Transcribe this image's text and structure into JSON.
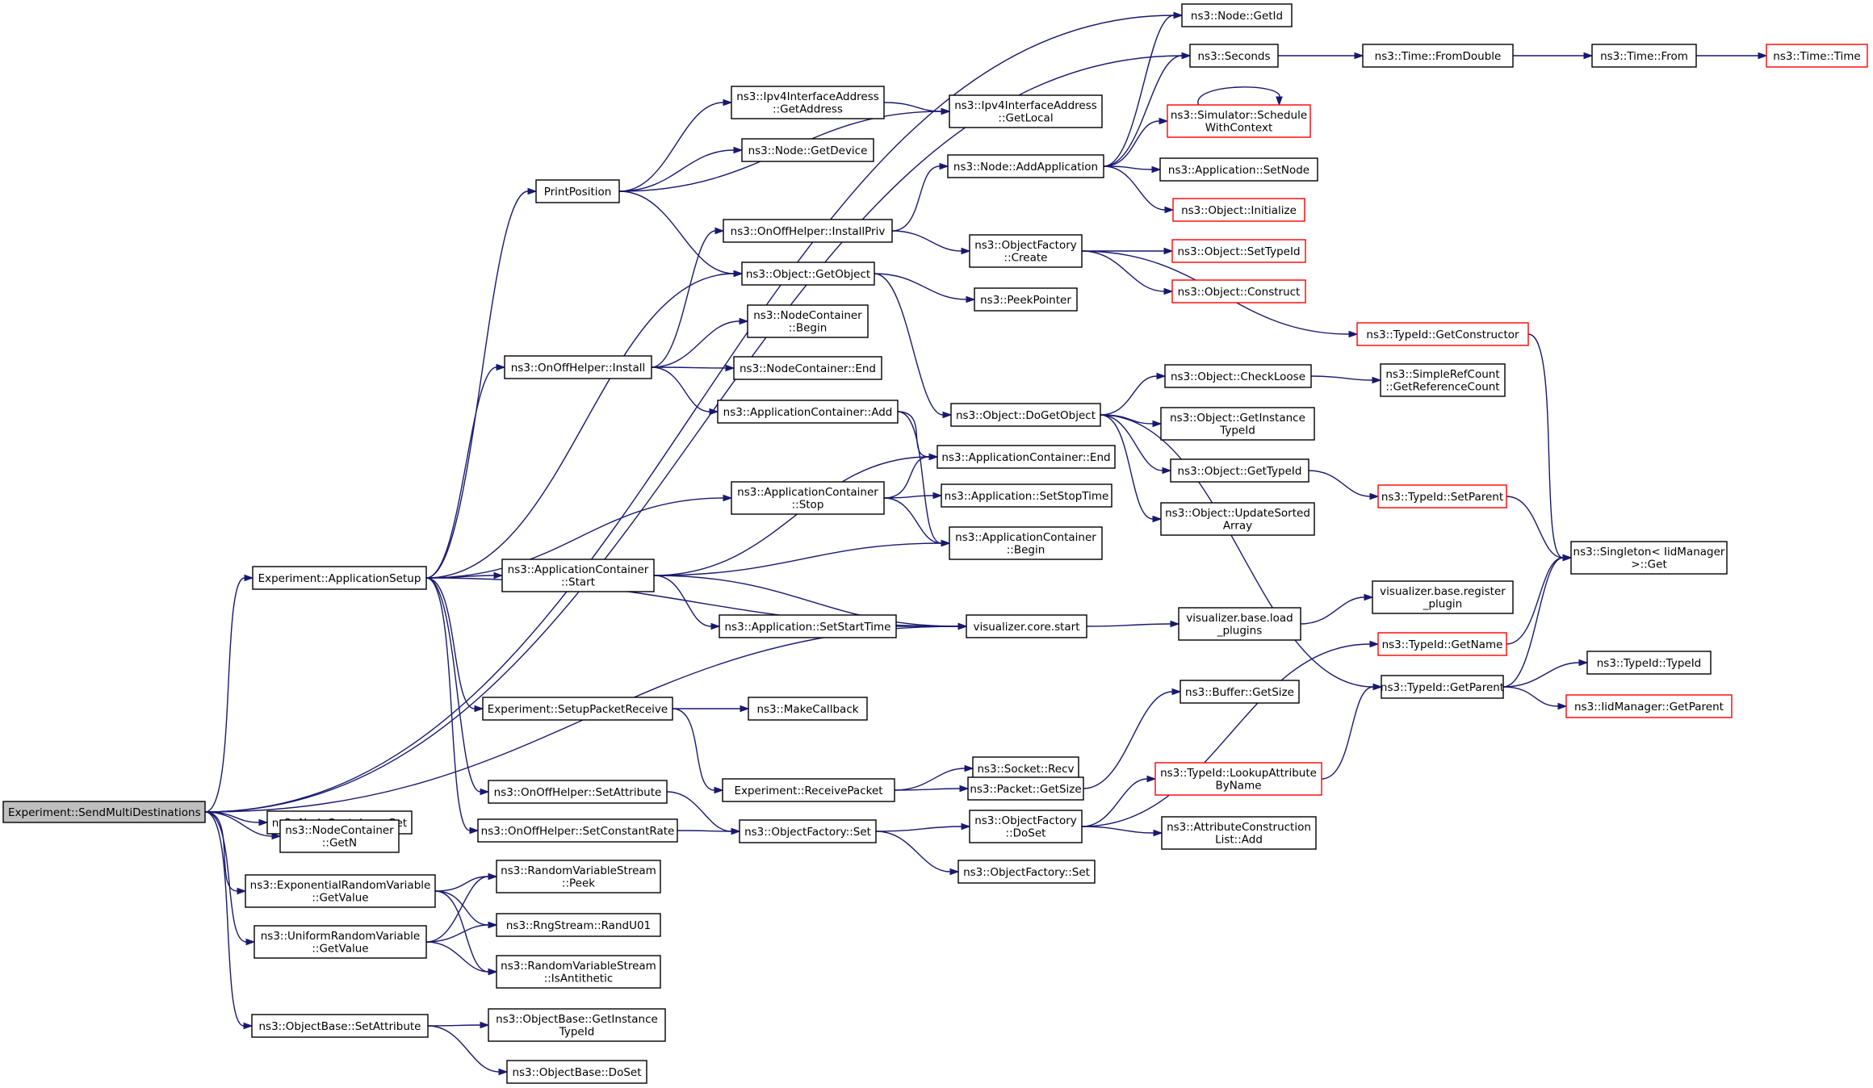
{
  "diagram": {
    "colors": {
      "edge": "#191970",
      "box_border": "#000000",
      "truncated_border": "#ff0000",
      "root_fill": "#bfbfbf"
    },
    "nodes": {
      "root": {
        "lines": [
          "Experiment::SendMultiDestinations"
        ],
        "kind": "root"
      },
      "nodeGetId": {
        "lines": [
          "ns3::Node::GetId"
        ]
      },
      "seconds": {
        "lines": [
          "ns3::Seconds"
        ]
      },
      "timeFromDouble": {
        "lines": [
          "ns3::Time::FromDouble"
        ]
      },
      "timeFrom": {
        "lines": [
          "ns3::Time::From"
        ]
      },
      "timeTime": {
        "lines": [
          "ns3::Time::Time"
        ],
        "kind": "truncated"
      },
      "ipv4GetAddress": {
        "lines": [
          "ns3::Ipv4InterfaceAddress",
          "::GetAddress"
        ]
      },
      "ipv4GetLocal": {
        "lines": [
          "ns3::Ipv4InterfaceAddress",
          "::GetLocal"
        ]
      },
      "simSchedule": {
        "lines": [
          "ns3::Simulator::Schedule",
          "WithContext"
        ],
        "kind": "truncated"
      },
      "nodeGetDevice": {
        "lines": [
          "ns3::Node::GetDevice"
        ]
      },
      "nodeAddApplication": {
        "lines": [
          "ns3::Node::AddApplication"
        ]
      },
      "appSetNode": {
        "lines": [
          "ns3::Application::SetNode"
        ]
      },
      "printPosition": {
        "lines": [
          "PrintPosition"
        ]
      },
      "objInitialize": {
        "lines": [
          "ns3::Object::Initialize"
        ],
        "kind": "truncated"
      },
      "onoffInstallPriv": {
        "lines": [
          "ns3::OnOffHelper::InstallPriv"
        ]
      },
      "objFactoryCreate": {
        "lines": [
          "ns3::ObjectFactory",
          "::Create"
        ]
      },
      "objSetTypeId": {
        "lines": [
          "ns3::Object::SetTypeId"
        ],
        "kind": "truncated"
      },
      "objGetObject": {
        "lines": [
          "ns3::Object::GetObject"
        ]
      },
      "objConstruct": {
        "lines": [
          "ns3::Object::Construct"
        ],
        "kind": "truncated"
      },
      "peekPointer": {
        "lines": [
          "ns3::PeekPointer"
        ]
      },
      "nodeContBegin": {
        "lines": [
          "ns3::NodeContainer",
          "::Begin"
        ]
      },
      "typeIdGetConstructor": {
        "lines": [
          "ns3::TypeId::GetConstructor"
        ],
        "kind": "truncated"
      },
      "onoffInstall": {
        "lines": [
          "ns3::OnOffHelper::Install"
        ]
      },
      "nodeContEnd": {
        "lines": [
          "ns3::NodeContainer::End"
        ]
      },
      "objCheckLoose": {
        "lines": [
          "ns3::Object::CheckLoose"
        ]
      },
      "simpleRefCount": {
        "lines": [
          "ns3::SimpleRefCount",
          "::GetReferenceCount"
        ]
      },
      "appContAdd": {
        "lines": [
          "ns3::ApplicationContainer::Add"
        ]
      },
      "objDoGetObject": {
        "lines": [
          "ns3::Object::DoGetObject"
        ]
      },
      "objGetInstanceTypeId": {
        "lines": [
          "ns3::Object::GetInstance",
          "TypeId"
        ]
      },
      "appContEnd": {
        "lines": [
          "ns3::ApplicationContainer::End"
        ]
      },
      "objGetTypeId": {
        "lines": [
          "ns3::Object::GetTypeId"
        ]
      },
      "appContStop": {
        "lines": [
          "ns3::ApplicationContainer",
          "::Stop"
        ]
      },
      "appSetStopTime": {
        "lines": [
          "ns3::Application::SetStopTime"
        ]
      },
      "typeIdSetParent": {
        "lines": [
          "ns3::TypeId::SetParent"
        ],
        "kind": "truncated"
      },
      "objUpdateSorted": {
        "lines": [
          "ns3::Object::UpdateSorted",
          "Array"
        ]
      },
      "appContBegin": {
        "lines": [
          "ns3::ApplicationContainer",
          "::Begin"
        ]
      },
      "singletonGet": {
        "lines": [
          "ns3::Singleton< IidManager",
          " >::Get"
        ]
      },
      "expAppSetup": {
        "lines": [
          "Experiment::ApplicationSetup"
        ]
      },
      "appContStart": {
        "lines": [
          "ns3::ApplicationContainer",
          "::Start"
        ]
      },
      "vizRegister": {
        "lines": [
          "visualizer.base.register",
          "_plugin"
        ]
      },
      "appSetStartTime": {
        "lines": [
          "ns3::Application::SetStartTime"
        ]
      },
      "vizCoreStart": {
        "lines": [
          "visualizer.core.start"
        ]
      },
      "vizLoadPlugins": {
        "lines": [
          "visualizer.base.load",
          "_plugins"
        ]
      },
      "typeIdGetName": {
        "lines": [
          "ns3::TypeId::GetName"
        ],
        "kind": "truncated"
      },
      "typeIdGetParent": {
        "lines": [
          "ns3::TypeId::GetParent"
        ]
      },
      "typeIdTypeId": {
        "lines": [
          "ns3::TypeId::TypeId"
        ]
      },
      "expSetupPacketReceive": {
        "lines": [
          "Experiment::SetupPacketReceive"
        ]
      },
      "makeCallback": {
        "lines": [
          "ns3::MakeCallback"
        ]
      },
      "bufferGetSize": {
        "lines": [
          "ns3::Buffer::GetSize"
        ]
      },
      "iidGetParent": {
        "lines": [
          "ns3::IidManager::GetParent"
        ],
        "kind": "truncated"
      },
      "socketRecv": {
        "lines": [
          "ns3::Socket::Recv"
        ]
      },
      "typeIdLookupAttr": {
        "lines": [
          "ns3::TypeId::LookupAttribute",
          "ByName"
        ],
        "kind": "truncated"
      },
      "expReceivePacket": {
        "lines": [
          "Experiment::ReceivePacket"
        ]
      },
      "packetGetSize": {
        "lines": [
          "ns3::Packet::GetSize"
        ]
      },
      "onoffSetAttribute": {
        "lines": [
          "ns3::OnOffHelper::SetAttribute"
        ]
      },
      "nodeContGet": {
        "lines": [
          "ns3::NodeContainer::Get"
        ]
      },
      "objFactoryDoSet": {
        "lines": [
          "ns3::ObjectFactory",
          "::DoSet"
        ]
      },
      "nodeContGetN": {
        "lines": [
          "ns3::NodeContainer",
          "::GetN"
        ]
      },
      "onoffSetConstantRate": {
        "lines": [
          "ns3::OnOffHelper::SetConstantRate"
        ]
      },
      "objFactorySet": {
        "lines": [
          "ns3::ObjectFactory::Set"
        ]
      },
      "attrConstructionAdd": {
        "lines": [
          "ns3::AttributeConstruction",
          "List::Add"
        ]
      },
      "objFactorySet2": {
        "lines": [
          "ns3::ObjectFactory::Set"
        ]
      },
      "expRandGetValue": {
        "lines": [
          "ns3::ExponentialRandomVariable",
          "::GetValue"
        ]
      },
      "rvsPeek": {
        "lines": [
          "ns3::RandomVariableStream",
          "::Peek"
        ]
      },
      "rngRandU01": {
        "lines": [
          "ns3::RngStream::RandU01"
        ]
      },
      "uniRandGetValue": {
        "lines": [
          "ns3::UniformRandomVariable",
          "::GetValue"
        ]
      },
      "rvsIsAntithetic": {
        "lines": [
          "ns3::RandomVariableStream",
          "::IsAntithetic"
        ]
      },
      "objBaseSetAttribute": {
        "lines": [
          "ns3::ObjectBase::SetAttribute"
        ]
      },
      "objBaseGetInstanceTypeId": {
        "lines": [
          "ns3::ObjectBase::GetInstance",
          "TypeId"
        ]
      },
      "objBaseDoSet": {
        "lines": [
          "ns3::ObjectBase::DoSet"
        ]
      }
    },
    "edges": [
      [
        "root",
        "nodeGetId"
      ],
      [
        "root",
        "seconds"
      ],
      [
        "root",
        "expAppSetup"
      ],
      [
        "root",
        "vizCoreStart"
      ],
      [
        "root",
        "nodeContGet"
      ],
      [
        "root",
        "nodeContGetN"
      ],
      [
        "root",
        "expRandGetValue"
      ],
      [
        "root",
        "uniRandGetValue"
      ],
      [
        "root",
        "objBaseSetAttribute"
      ],
      [
        "seconds",
        "timeFromDouble"
      ],
      [
        "timeFromDouble",
        "timeFrom"
      ],
      [
        "timeFrom",
        "timeTime"
      ],
      [
        "nodeAddApplication",
        "nodeGetId"
      ],
      [
        "nodeAddApplication",
        "seconds"
      ],
      [
        "nodeAddApplication",
        "simSchedule"
      ],
      [
        "nodeAddApplication",
        "appSetNode"
      ],
      [
        "nodeAddApplication",
        "objInitialize"
      ],
      [
        "simSchedule",
        "simSchedule"
      ],
      [
        "ipv4GetAddress",
        "ipv4GetLocal"
      ],
      [
        "printPosition",
        "ipv4GetAddress"
      ],
      [
        "printPosition",
        "nodeGetDevice"
      ],
      [
        "printPosition",
        "ipv4GetLocal"
      ],
      [
        "printPosition",
        "objGetObject"
      ],
      [
        "onoffInstallPriv",
        "nodeAddApplication"
      ],
      [
        "onoffInstallPriv",
        "objFactoryCreate"
      ],
      [
        "objFactoryCreate",
        "objSetTypeId"
      ],
      [
        "objFactoryCreate",
        "objConstruct"
      ],
      [
        "objFactoryCreate",
        "typeIdGetConstructor"
      ],
      [
        "typeIdGetConstructor",
        "singletonGet"
      ],
      [
        "objGetObject",
        "peekPointer"
      ],
      [
        "objGetObject",
        "objDoGetObject"
      ],
      [
        "onoffInstall",
        "onoffInstallPriv"
      ],
      [
        "onoffInstall",
        "nodeContBegin"
      ],
      [
        "onoffInstall",
        "nodeContEnd"
      ],
      [
        "onoffInstall",
        "appContAdd"
      ],
      [
        "appContAdd",
        "appContEnd"
      ],
      [
        "appContAdd",
        "appContBegin"
      ],
      [
        "objDoGetObject",
        "objCheckLoose"
      ],
      [
        "objDoGetObject",
        "objGetInstanceTypeId"
      ],
      [
        "objDoGetObject",
        "objGetTypeId"
      ],
      [
        "objDoGetObject",
        "objUpdateSorted"
      ],
      [
        "objDoGetObject",
        "typeIdGetParent"
      ],
      [
        "objCheckLoose",
        "simpleRefCount"
      ],
      [
        "objGetTypeId",
        "typeIdSetParent"
      ],
      [
        "typeIdSetParent",
        "singletonGet"
      ],
      [
        "appContStop",
        "appContEnd"
      ],
      [
        "appContStop",
        "appSetStopTime"
      ],
      [
        "appContStop",
        "appContBegin"
      ],
      [
        "expAppSetup",
        "printPosition"
      ],
      [
        "expAppSetup",
        "objGetObject"
      ],
      [
        "expAppSetup",
        "onoffInstall"
      ],
      [
        "expAppSetup",
        "appContStop"
      ],
      [
        "expAppSetup",
        "appContStart"
      ],
      [
        "expAppSetup",
        "vizCoreStart"
      ],
      [
        "expAppSetup",
        "expSetupPacketReceive"
      ],
      [
        "expAppSetup",
        "onoffSetAttribute"
      ],
      [
        "expAppSetup",
        "onoffSetConstantRate"
      ],
      [
        "appContStart",
        "appContEnd"
      ],
      [
        "appContStart",
        "appContBegin"
      ],
      [
        "appContStart",
        "appSetStartTime"
      ],
      [
        "appContStart",
        "vizCoreStart"
      ],
      [
        "appSetStartTime",
        "vizCoreStart"
      ],
      [
        "vizCoreStart",
        "vizLoadPlugins"
      ],
      [
        "vizLoadPlugins",
        "vizRegister"
      ],
      [
        "typeIdGetName",
        "singletonGet"
      ],
      [
        "typeIdGetParent",
        "singletonGet"
      ],
      [
        "typeIdGetParent",
        "typeIdTypeId"
      ],
      [
        "typeIdGetParent",
        "iidGetParent"
      ],
      [
        "expSetupPacketReceive",
        "makeCallback"
      ],
      [
        "expSetupPacketReceive",
        "expReceivePacket"
      ],
      [
        "expReceivePacket",
        "socketRecv"
      ],
      [
        "expReceivePacket",
        "packetGetSize"
      ],
      [
        "packetGetSize",
        "bufferGetSize"
      ],
      [
        "typeIdLookupAttr",
        "typeIdGetParent"
      ],
      [
        "onoffSetAttribute",
        "objFactorySet"
      ],
      [
        "onoffSetConstantRate",
        "objFactorySet"
      ],
      [
        "objFactorySet",
        "objFactoryDoSet"
      ],
      [
        "objFactorySet",
        "objFactorySet2"
      ],
      [
        "objFactoryDoSet",
        "typeIdGetName"
      ],
      [
        "objFactoryDoSet",
        "typeIdLookupAttr"
      ],
      [
        "objFactoryDoSet",
        "attrConstructionAdd"
      ],
      [
        "expRandGetValue",
        "rvsPeek"
      ],
      [
        "expRandGetValue",
        "rngRandU01"
      ],
      [
        "expRandGetValue",
        "rvsIsAntithetic"
      ],
      [
        "uniRandGetValue",
        "rvsPeek"
      ],
      [
        "uniRandGetValue",
        "rngRandU01"
      ],
      [
        "uniRandGetValue",
        "rvsIsAntithetic"
      ],
      [
        "objBaseSetAttribute",
        "objBaseGetInstanceTypeId"
      ],
      [
        "objBaseSetAttribute",
        "objBaseDoSet"
      ]
    ]
  }
}
